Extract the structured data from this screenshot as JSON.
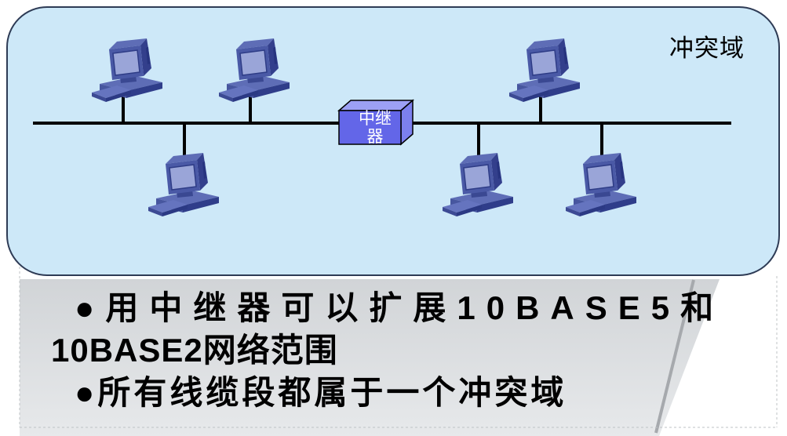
{
  "slide": {
    "diagram": {
      "collision_domain_label": "冲突域",
      "repeater_label": "中继器",
      "computer_count": 6
    },
    "bullet_lines": [
      "●用中继器可以扩展10BASE5和",
      "10BASE2网络范围",
      "●所有线缆段都属于一个冲突域"
    ],
    "colors": {
      "panel_fill": "#cde8f8",
      "panel_border": "#2e3b55",
      "bus_line": "#000000",
      "repeater_front": "#6366e8",
      "repeater_top": "#9ca0f4",
      "repeater_side": "#7c80ee",
      "computer_body": "#4a59a6",
      "computer_screen": "#9aa5d8",
      "body_text": "#000000",
      "footer_shape": "#d3d6d9"
    }
  }
}
